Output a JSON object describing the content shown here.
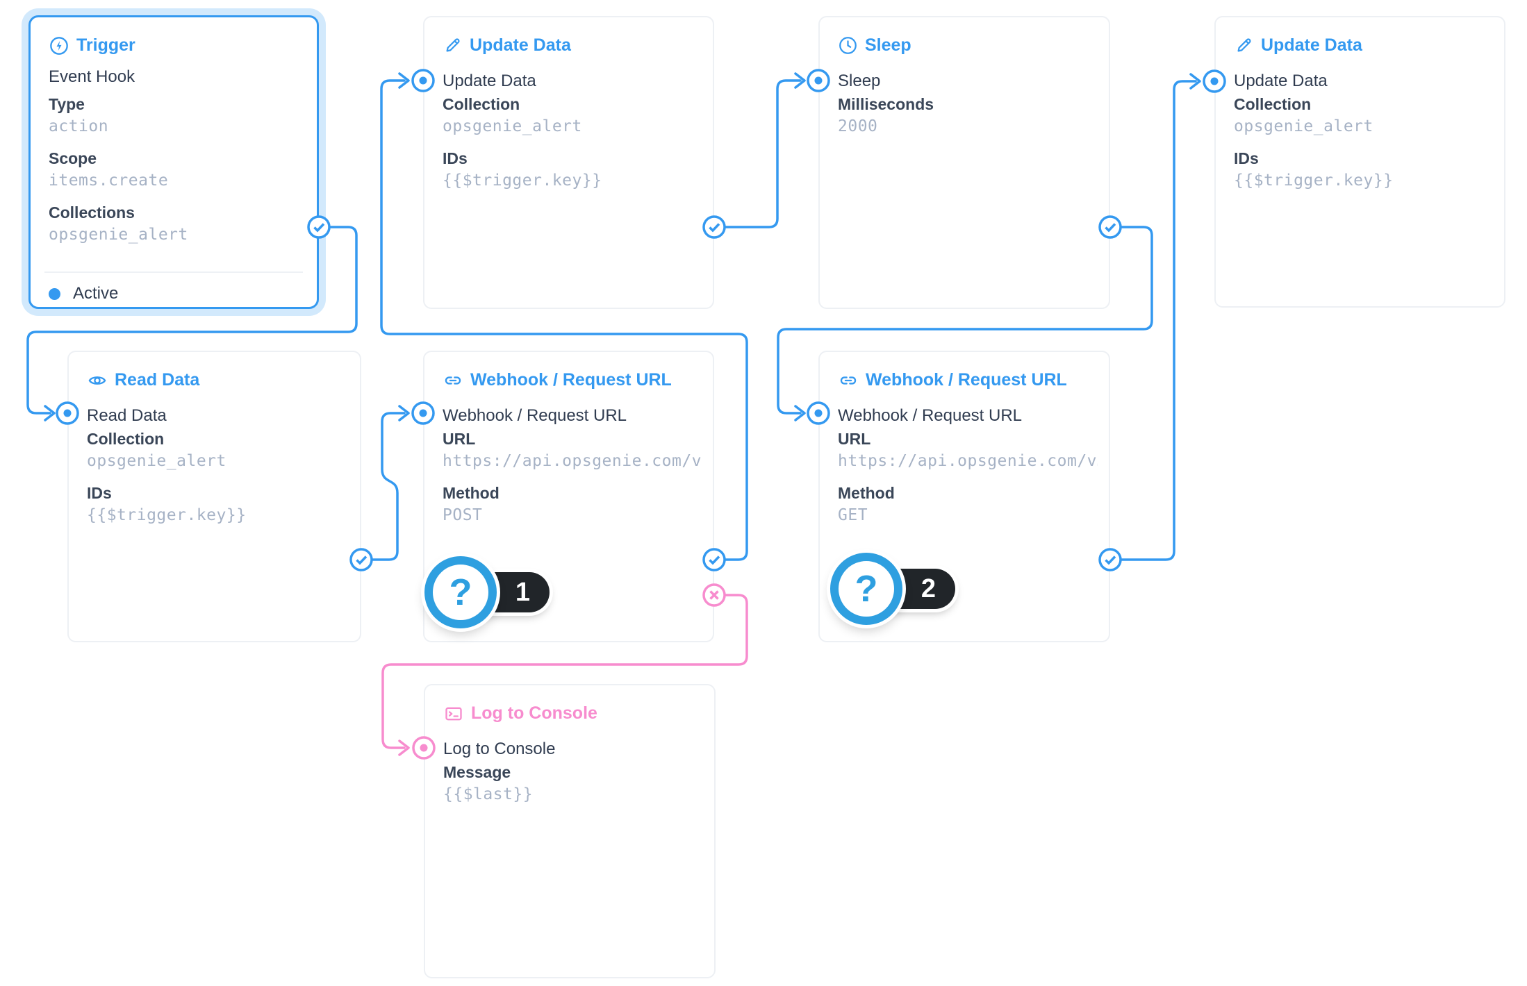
{
  "colors": {
    "accent_blue": "#3499f0",
    "reject_pink": "#f78cce",
    "value_gray": "#a6b2c5",
    "badge_dark": "#212529"
  },
  "nodes": {
    "trigger": {
      "title": "Trigger",
      "icon": "bolt-circle-icon",
      "name": "Event Hook",
      "fields": [
        {
          "label": "Type",
          "value": "action"
        },
        {
          "label": "Scope",
          "value": "items.create"
        },
        {
          "label": "Collections",
          "value": "opsgenie_alert"
        }
      ],
      "status": "Active"
    },
    "update1": {
      "title": "Update Data",
      "icon": "pencil-icon",
      "name": "Update Data",
      "fields": [
        {
          "label": "Collection",
          "value": "opsgenie_alert"
        },
        {
          "label": "IDs",
          "value": "{{$trigger.key}}"
        }
      ]
    },
    "sleep": {
      "title": "Sleep",
      "icon": "clock-icon",
      "name": "Sleep",
      "fields": [
        {
          "label": "Milliseconds",
          "value": "2000"
        }
      ]
    },
    "update2": {
      "title": "Update Data",
      "icon": "pencil-icon",
      "name": "Update Data",
      "fields": [
        {
          "label": "Collection",
          "value": "opsgenie_alert"
        },
        {
          "label": "IDs",
          "value": "{{$trigger.key}}"
        }
      ]
    },
    "read": {
      "title": "Read Data",
      "icon": "eye-icon",
      "name": "Read Data",
      "fields": [
        {
          "label": "Collection",
          "value": "opsgenie_alert"
        },
        {
          "label": "IDs",
          "value": "{{$trigger.key}}"
        }
      ]
    },
    "webhook1": {
      "title": "Webhook / Request URL",
      "icon": "link-icon",
      "name": "Webhook / Request URL",
      "fields": [
        {
          "label": "URL",
          "value": "https://api.opsgenie.com/v…"
        },
        {
          "label": "Method",
          "value": "POST"
        }
      ]
    },
    "webhook2": {
      "title": "Webhook / Request URL",
      "icon": "link-icon",
      "name": "Webhook / Request URL",
      "fields": [
        {
          "label": "URL",
          "value": "https://api.opsgenie.com/v…"
        },
        {
          "label": "Method",
          "value": "GET"
        }
      ]
    },
    "log": {
      "title": "Log to Console",
      "icon": "terminal-icon",
      "name": "Log to Console",
      "fields": [
        {
          "label": "Message",
          "value": "{{$last}}"
        }
      ]
    }
  },
  "badges": [
    {
      "glyph": "?",
      "count": "1"
    },
    {
      "glyph": "?",
      "count": "2"
    }
  ]
}
